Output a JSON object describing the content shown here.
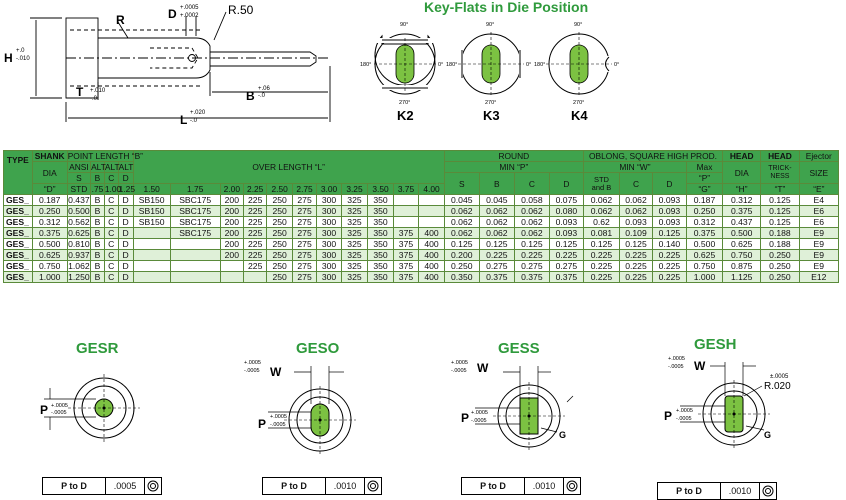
{
  "punch": {
    "labels": {
      "r": "R",
      "d": "D",
      "d_tol_plus": "+.0005",
      "d_tol_minus": "+.0002",
      "r50": "R.50",
      "h": "H",
      "h_tol_plus": "+.0",
      "h_tol_minus": "-.010",
      "t": "T",
      "t_tol_plus": "+.010",
      "t_tol_minus": "-.0",
      "b": "B",
      "b_tol_plus": "+.06",
      "b_tol_minus": "-.0",
      "l": "L",
      "l_tol_plus": "+.020",
      "l_tol_minus": "-.0"
    }
  },
  "key_flats": {
    "title": "Key-Flats in Die Position",
    "angles": {
      "top": "90°",
      "left": "180°",
      "right": "0°",
      "bottom": "270°"
    },
    "items": [
      {
        "label": "K2"
      },
      {
        "label": "K3"
      },
      {
        "label": "K4"
      }
    ]
  },
  "table": {
    "h": {
      "type": "TYPE",
      "shank": "SHANK",
      "dia": "DIA",
      "d": "“D”",
      "point_length": "POINT LENGTH “B”",
      "ansi": "ANSI",
      "s": "S",
      "std": "STD",
      "alt": "ALT",
      "b": "B",
      "c": "C",
      "dd": "D",
      "b_v": ".75",
      "c_v": "1.00",
      "d_v": "1.25",
      "over_length": "OVER LENGTH “L”",
      "round": "ROUND",
      "min_p": "MIN “P”",
      "rs": "S",
      "rb": "B",
      "rc": "C",
      "rd": "D",
      "oblong": "OBLONG, SQUARE HIGH PROD.",
      "min_w": "MIN “W”",
      "max": "Max",
      "p_q": "“P”",
      "g_q": "“G”",
      "std_b1": "STD",
      "std_b2": "and B",
      "oc": "C",
      "od": "D",
      "head_dia": "HEAD",
      "dia2": "DIA",
      "h_q": "“H”",
      "head_thick": "HEAD",
      "trick": "TRICK-",
      "ness": "NESS",
      "t_q": "“T”",
      "ejector": "Ejector",
      "size": "SIZE",
      "e_q": "“E”"
    },
    "ol_cols": [
      "1.50",
      "1.75",
      "2.00",
      "2.25",
      "2.50",
      "2.75",
      "3.00",
      "3.25",
      "3.50",
      "3.75",
      "4.00"
    ],
    "rows": [
      {
        "type": "GES_",
        "d": "0.187",
        "std": "0.437",
        "b": "B",
        "c": "C",
        "dd": "D",
        "ol": [
          "SB150",
          "SBC175",
          "200",
          "225",
          "250",
          "275",
          "300",
          "325",
          "350",
          "",
          ""
        ],
        "rs": "0.045",
        "rb": "0.045",
        "rc": "0.058",
        "rd": "0.075",
        "osb": "0.062",
        "oc": "0.062",
        "od": "0.093",
        "maxp": "0.187",
        "hd": "0.312",
        "ht": "0.125",
        "e": "E4"
      },
      {
        "type": "GES_",
        "d": "0.250",
        "std": "0.500",
        "b": "B",
        "c": "C",
        "dd": "D",
        "ol": [
          "SB150",
          "SBC175",
          "200",
          "225",
          "250",
          "275",
          "300",
          "325",
          "350",
          "",
          ""
        ],
        "rs": "0.062",
        "rb": "0.062",
        "rc": "0.062",
        "rd": "0.080",
        "osb": "0.062",
        "oc": "0.062",
        "od": "0.093",
        "maxp": "0.250",
        "hd": "0.375",
        "ht": "0.125",
        "e": "E6"
      },
      {
        "type": "GES_",
        "d": "0.312",
        "std": "0.562",
        "b": "B",
        "c": "C",
        "dd": "D",
        "ol": [
          "SB150",
          "SBC175",
          "200",
          "225",
          "250",
          "275",
          "300",
          "325",
          "350",
          "",
          ""
        ],
        "rs": "0.062",
        "rb": "0.062",
        "rc": "0.062",
        "rd": "0.093",
        "osb": "0.62",
        "oc": "0.093",
        "od": "0.093",
        "maxp": "0.312",
        "hd": "0.437",
        "ht": "0.125",
        "e": "E6"
      },
      {
        "type": "GES_",
        "d": "0.375",
        "std": "0.625",
        "b": "B",
        "c": "C",
        "dd": "D",
        "ol": [
          "",
          "SBC175",
          "200",
          "225",
          "250",
          "275",
          "300",
          "325",
          "350",
          "375",
          "400"
        ],
        "rs": "0.062",
        "rb": "0.062",
        "rc": "0.062",
        "rd": "0.093",
        "osb": "0.081",
        "oc": "0.109",
        "od": "0.125",
        "maxp": "0.375",
        "hd": "0.500",
        "ht": "0.188",
        "e": "E9"
      },
      {
        "type": "GES_",
        "d": "0.500",
        "std": "0.810",
        "b": "B",
        "c": "C",
        "dd": "D",
        "ol": [
          "",
          "",
          "200",
          "225",
          "250",
          "275",
          "300",
          "325",
          "350",
          "375",
          "400"
        ],
        "rs": "0.125",
        "rb": "0.125",
        "rc": "0.125",
        "rd": "0.125",
        "osb": "0.125",
        "oc": "0.125",
        "od": "0.140",
        "maxp": "0.500",
        "hd": "0.625",
        "ht": "0.188",
        "e": "E9"
      },
      {
        "type": "GES_",
        "d": "0.625",
        "std": "0.937",
        "b": "B",
        "c": "C",
        "dd": "D",
        "ol": [
          "",
          "",
          "200",
          "225",
          "250",
          "275",
          "300",
          "325",
          "350",
          "375",
          "400"
        ],
        "rs": "0.200",
        "rb": "0.225",
        "rc": "0.225",
        "rd": "0.225",
        "osb": "0.225",
        "oc": "0.225",
        "od": "0.225",
        "maxp": "0.625",
        "hd": "0.750",
        "ht": "0.250",
        "e": "E9"
      },
      {
        "type": "GES_",
        "d": "0.750",
        "std": "1.062",
        "b": "B",
        "c": "C",
        "dd": "D",
        "ol": [
          "",
          "",
          "",
          "225",
          "250",
          "275",
          "300",
          "325",
          "350",
          "375",
          "400"
        ],
        "rs": "0.250",
        "rb": "0.275",
        "rc": "0.275",
        "rd": "0.275",
        "osb": "0.225",
        "oc": "0.225",
        "od": "0.225",
        "maxp": "0.750",
        "hd": "0.875",
        "ht": "0.250",
        "e": "E9"
      },
      {
        "type": "GES_",
        "d": "1.000",
        "std": "1.250",
        "b": "B",
        "c": "C",
        "dd": "D",
        "ol": [
          "",
          "",
          "",
          "",
          "250",
          "275",
          "300",
          "325",
          "350",
          "375",
          "400"
        ],
        "rs": "0.350",
        "rb": "0.375",
        "rc": "0.375",
        "rd": "0.375",
        "osb": "0.225",
        "oc": "0.225",
        "od": "0.225",
        "maxp": "1.000",
        "hd": "1.125",
        "ht": "0.250",
        "e": "E12"
      }
    ]
  },
  "variants": [
    {
      "title": "GESR",
      "p": "P",
      "p_tol_plus": "+.0005",
      "p_tol_minus": "-.0005"
    },
    {
      "title": "GESO",
      "w": "W",
      "w_tol_plus": "+.0005",
      "w_tol_minus": "-.0005",
      "p": "P",
      "p_tol_plus": "+.0005",
      "p_tol_minus": "-.0005"
    },
    {
      "title": "GESS",
      "w": "W",
      "w_tol_plus": "+.0005",
      "w_tol_minus": "-.0005",
      "p": "P",
      "p_tol_plus": "+.0005",
      "p_tol_minus": "-.0005",
      "g": "G"
    },
    {
      "title": "GESH",
      "w": "W",
      "w_tol_plus": "+.0005",
      "w_tol_minus": "-.0005",
      "p": "P",
      "p_tol_plus": "+.0005",
      "p_tol_minus": "-.0005",
      "r_tol": "±.0005",
      "r": "R.020",
      "g": "G"
    }
  ],
  "tolerance": [
    {
      "label": "P to D",
      "value": ".0005"
    },
    {
      "label": "P to D",
      "value": ".0010"
    },
    {
      "label": "P to D",
      "value": ".0010"
    },
    {
      "label": "P to D",
      "value": ".0010"
    }
  ],
  "colors": {
    "green": "#3fa34d",
    "light_green": "#dff0d8",
    "shape_green": "#7cc242",
    "title_green": "#2f9a3c"
  }
}
